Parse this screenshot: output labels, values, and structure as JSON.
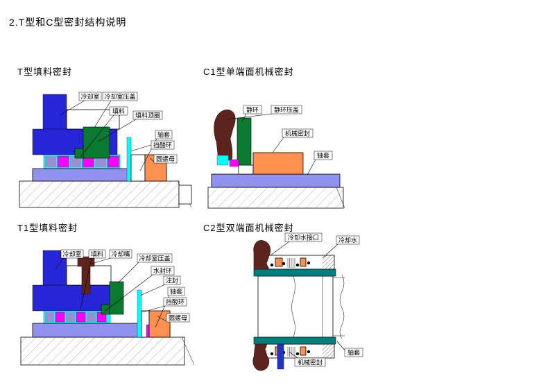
{
  "page": {
    "title": "2.T型和C型密封结构说明"
  },
  "diagrams": {
    "t": {
      "title": "T型填料密封",
      "labels": {
        "cooling": "冷却室",
        "cooling_gland": "冷却室压盖",
        "packing": "填料",
        "packing_ring": "填料顶圈",
        "sleeve": "轴套",
        "acid_ring": "挡酸环",
        "round_nut": "圆螺母"
      }
    },
    "c1": {
      "title": "C1型单端面机械密封",
      "labels": {
        "static_ring": "静环",
        "static_ring_gland": "静环压盖",
        "mech_seal": "机械密封",
        "sleeve": "轴套"
      }
    },
    "t1": {
      "title": "T1型填料密封",
      "labels": {
        "cooling": "冷却室",
        "packing": "填料",
        "cooling_nozzle": "冷却嘴",
        "cooling_gland": "冷却室压盖",
        "water_seal_ring": "水封环",
        "seal": "注封",
        "sleeve": "轴套",
        "acid_ring": "挡酸环",
        "round_nut": "圆螺母"
      }
    },
    "c2": {
      "title": "C2型双端面机械密封",
      "labels": {
        "water_inlet": "冷却水接口",
        "cooling_water": "冷却水",
        "mech_seal": "机械密封",
        "sleeve": "轴套"
      }
    }
  },
  "colors": {
    "housing_blue": "#2626d8",
    "sleeve_periwinkle": "#9191ef",
    "gland_green": "#0a7a30",
    "packing_magenta": "#ff00ff",
    "packing_violet": "#9b8fd4",
    "ring_cyan": "#00ffff",
    "nut_orange": "#ff9050",
    "gland_brown": "#5c241c",
    "bar_teal": "#007f7f",
    "strip_blue": "#2233cc"
  }
}
